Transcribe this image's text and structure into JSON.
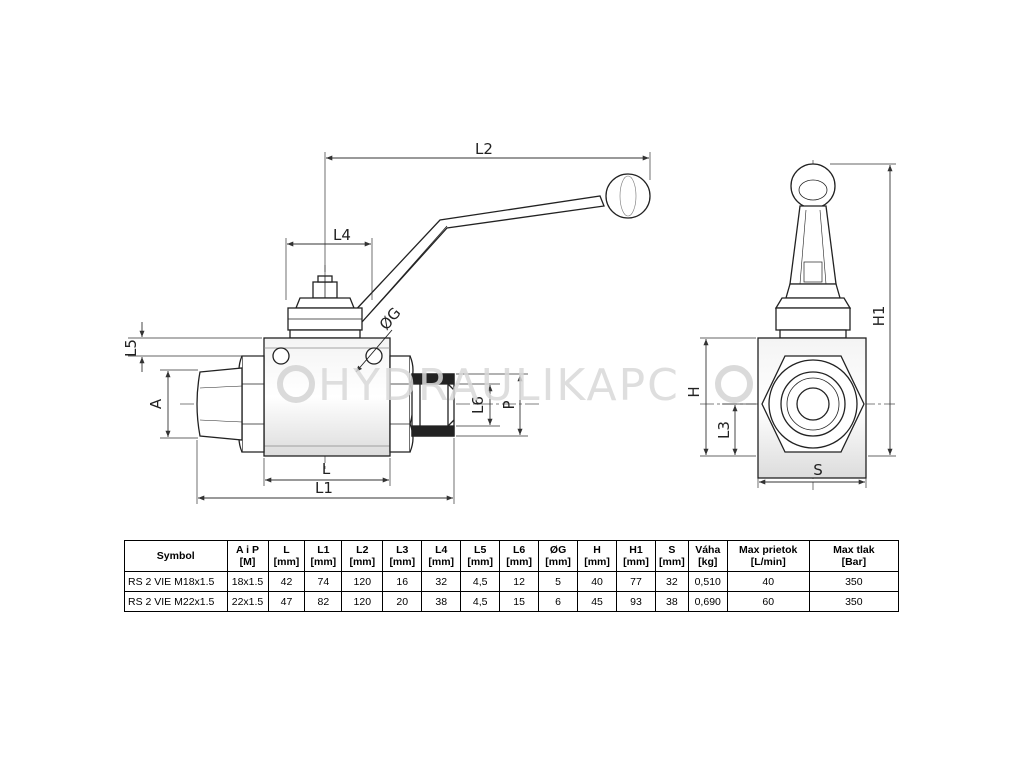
{
  "watermark": "HYDRAULIKAPC",
  "front_view": {
    "labels": {
      "l2": "L2",
      "l4": "L4",
      "l5": "L5",
      "g": "ØG",
      "a": "A",
      "l6": "L6",
      "p": "P",
      "l": "L",
      "l1": "L1"
    }
  },
  "side_view": {
    "labels": {
      "h1": "H1",
      "h": "H",
      "l3": "L3",
      "s": "S"
    }
  },
  "table": {
    "columns": [
      {
        "key": "symbol",
        "label": "Symbol",
        "unit": ""
      },
      {
        "key": "aip",
        "label": "A i P",
        "unit": "[M]"
      },
      {
        "key": "l",
        "label": "L",
        "unit": "[mm]"
      },
      {
        "key": "l1",
        "label": "L1",
        "unit": "[mm]"
      },
      {
        "key": "l2",
        "label": "L2",
        "unit": "[mm]"
      },
      {
        "key": "l3",
        "label": "L3",
        "unit": "[mm]"
      },
      {
        "key": "l4",
        "label": "L4",
        "unit": "[mm]"
      },
      {
        "key": "l5",
        "label": "L5",
        "unit": "[mm]"
      },
      {
        "key": "l6",
        "label": "L6",
        "unit": "[mm]"
      },
      {
        "key": "g",
        "label": "ØG",
        "unit": "[mm]"
      },
      {
        "key": "h",
        "label": "H",
        "unit": "[mm]"
      },
      {
        "key": "h1",
        "label": "H1",
        "unit": "[mm]"
      },
      {
        "key": "s",
        "label": "S",
        "unit": "[mm]"
      },
      {
        "key": "vaha",
        "label": "Váha",
        "unit": "[kg]"
      },
      {
        "key": "flow",
        "label": "Max prietok",
        "unit": "[L/min]"
      },
      {
        "key": "pressure",
        "label": "Max tlak",
        "unit": "[Bar]"
      }
    ],
    "rows": [
      [
        "RS 2 VIE M18x1.5",
        "18x1.5",
        "42",
        "74",
        "120",
        "16",
        "32",
        "4,5",
        "12",
        "5",
        "40",
        "77",
        "32",
        "0,510",
        "40",
        "350"
      ],
      [
        "RS 2 VIE M22x1.5",
        "22x1.5",
        "47",
        "82",
        "120",
        "20",
        "38",
        "4,5",
        "15",
        "6",
        "45",
        "93",
        "38",
        "0,690",
        "60",
        "350"
      ]
    ]
  }
}
